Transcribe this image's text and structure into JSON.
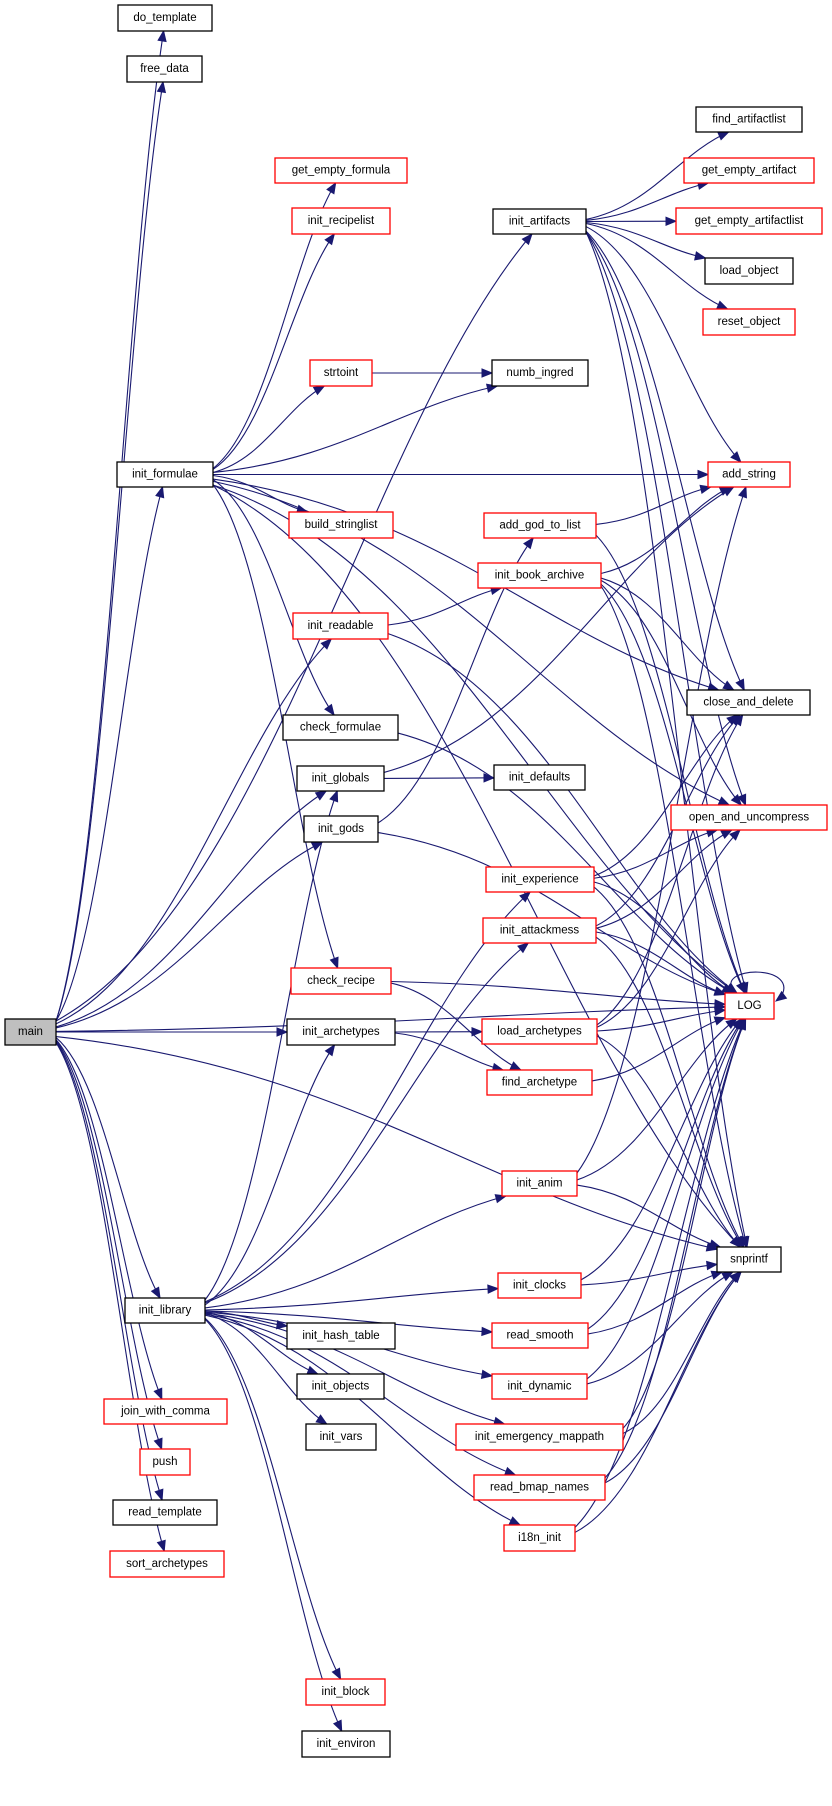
{
  "title": "Call graph for main",
  "colors": {
    "edge": "#191970",
    "node_border_default": "#000000",
    "node_border_truncated": "#ff0000",
    "root_fill": "#bfbfbf"
  },
  "root": "main",
  "nodes": [
    {
      "id": "main",
      "label": "main",
      "style": "root"
    },
    {
      "id": "do_template",
      "label": "do_template",
      "style": "black"
    },
    {
      "id": "free_data",
      "label": "free_data",
      "style": "black"
    },
    {
      "id": "get_empty_formula",
      "label": "get_empty_formula",
      "style": "red"
    },
    {
      "id": "init_recipelist",
      "label": "init_recipelist",
      "style": "red"
    },
    {
      "id": "init_artifacts",
      "label": "init_artifacts",
      "style": "black"
    },
    {
      "id": "find_artifactlist",
      "label": "find_artifactlist",
      "style": "black"
    },
    {
      "id": "get_empty_artifact",
      "label": "get_empty_artifact",
      "style": "red"
    },
    {
      "id": "get_empty_artifactlist",
      "label": "get_empty_artifactlist",
      "style": "red"
    },
    {
      "id": "load_object",
      "label": "load_object",
      "style": "black"
    },
    {
      "id": "reset_object",
      "label": "reset_object",
      "style": "red"
    },
    {
      "id": "strtoint",
      "label": "strtoint",
      "style": "red"
    },
    {
      "id": "numb_ingred",
      "label": "numb_ingred",
      "style": "black"
    },
    {
      "id": "init_formulae",
      "label": "init_formulae",
      "style": "black"
    },
    {
      "id": "add_string",
      "label": "add_string",
      "style": "red"
    },
    {
      "id": "build_stringlist",
      "label": "build_stringlist",
      "style": "red"
    },
    {
      "id": "add_god_to_list",
      "label": "add_god_to_list",
      "style": "red"
    },
    {
      "id": "init_book_archive",
      "label": "init_book_archive",
      "style": "red"
    },
    {
      "id": "init_readable",
      "label": "init_readable",
      "style": "red"
    },
    {
      "id": "close_and_delete",
      "label": "close_and_delete",
      "style": "black"
    },
    {
      "id": "check_formulae",
      "label": "check_formulae",
      "style": "black"
    },
    {
      "id": "init_globals",
      "label": "init_globals",
      "style": "black"
    },
    {
      "id": "init_defaults",
      "label": "init_defaults",
      "style": "black"
    },
    {
      "id": "init_gods",
      "label": "init_gods",
      "style": "black"
    },
    {
      "id": "open_and_uncompress",
      "label": "open_and_uncompress",
      "style": "red"
    },
    {
      "id": "init_experience",
      "label": "init_experience",
      "style": "red"
    },
    {
      "id": "init_attackmess",
      "label": "init_attackmess",
      "style": "red"
    },
    {
      "id": "check_recipe",
      "label": "check_recipe",
      "style": "red"
    },
    {
      "id": "LOG",
      "label": "LOG",
      "style": "red"
    },
    {
      "id": "init_archetypes",
      "label": "init_archetypes",
      "style": "black"
    },
    {
      "id": "load_archetypes",
      "label": "load_archetypes",
      "style": "red"
    },
    {
      "id": "find_archetype",
      "label": "find_archetype",
      "style": "red"
    },
    {
      "id": "init_anim",
      "label": "init_anim",
      "style": "red"
    },
    {
      "id": "snprintf",
      "label": "snprintf",
      "style": "black"
    },
    {
      "id": "init_clocks",
      "label": "init_clocks",
      "style": "red"
    },
    {
      "id": "init_library",
      "label": "init_library",
      "style": "black"
    },
    {
      "id": "init_hash_table",
      "label": "init_hash_table",
      "style": "black"
    },
    {
      "id": "read_smooth",
      "label": "read_smooth",
      "style": "red"
    },
    {
      "id": "init_objects",
      "label": "init_objects",
      "style": "black"
    },
    {
      "id": "init_dynamic",
      "label": "init_dynamic",
      "style": "red"
    },
    {
      "id": "join_with_comma",
      "label": "join_with_comma",
      "style": "red"
    },
    {
      "id": "init_vars",
      "label": "init_vars",
      "style": "black"
    },
    {
      "id": "init_emergency_mappath",
      "label": "init_emergency_mappath",
      "style": "red"
    },
    {
      "id": "push",
      "label": "push",
      "style": "red"
    },
    {
      "id": "read_bmap_names",
      "label": "read_bmap_names",
      "style": "red"
    },
    {
      "id": "read_template",
      "label": "read_template",
      "style": "black"
    },
    {
      "id": "i18n_init",
      "label": "i18n_init",
      "style": "red"
    },
    {
      "id": "sort_archetypes",
      "label": "sort_archetypes",
      "style": "red"
    },
    {
      "id": "init_block",
      "label": "init_block",
      "style": "red"
    },
    {
      "id": "init_environ",
      "label": "init_environ",
      "style": "black"
    }
  ],
  "edges": [
    [
      "main",
      "do_template"
    ],
    [
      "main",
      "free_data"
    ],
    [
      "main",
      "init_artifacts"
    ],
    [
      "main",
      "init_formulae"
    ],
    [
      "main",
      "init_readable"
    ],
    [
      "main",
      "init_globals"
    ],
    [
      "main",
      "init_gods"
    ],
    [
      "main",
      "init_archetypes"
    ],
    [
      "main",
      "LOG"
    ],
    [
      "main",
      "init_library"
    ],
    [
      "main",
      "join_with_comma"
    ],
    [
      "main",
      "push"
    ],
    [
      "main",
      "read_template"
    ],
    [
      "main",
      "sort_archetypes"
    ],
    [
      "main",
      "snprintf"
    ],
    [
      "init_artifacts",
      "find_artifactlist"
    ],
    [
      "init_artifacts",
      "get_empty_artifact"
    ],
    [
      "init_artifacts",
      "get_empty_artifactlist"
    ],
    [
      "init_artifacts",
      "load_object"
    ],
    [
      "init_artifacts",
      "reset_object"
    ],
    [
      "init_artifacts",
      "add_string"
    ],
    [
      "init_artifacts",
      "close_and_delete"
    ],
    [
      "init_artifacts",
      "LOG"
    ],
    [
      "init_artifacts",
      "open_and_uncompress"
    ],
    [
      "init_artifacts",
      "snprintf"
    ],
    [
      "init_formulae",
      "get_empty_formula"
    ],
    [
      "init_formulae",
      "init_recipelist"
    ],
    [
      "init_formulae",
      "strtoint"
    ],
    [
      "init_formulae",
      "numb_ingred"
    ],
    [
      "init_formulae",
      "build_stringlist"
    ],
    [
      "init_formulae",
      "check_formulae"
    ],
    [
      "init_formulae",
      "check_recipe"
    ],
    [
      "init_formulae",
      "add_string"
    ],
    [
      "init_formulae",
      "LOG"
    ],
    [
      "init_formulae",
      "close_and_delete"
    ],
    [
      "init_formulae",
      "open_and_uncompress"
    ],
    [
      "init_formulae",
      "snprintf"
    ],
    [
      "strtoint",
      "numb_ingred"
    ],
    [
      "init_readable",
      "init_book_archive"
    ],
    [
      "init_readable",
      "LOG"
    ],
    [
      "init_book_archive",
      "add_string"
    ],
    [
      "init_book_archive",
      "close_and_delete"
    ],
    [
      "init_book_archive",
      "open_and_uncompress"
    ],
    [
      "init_book_archive",
      "LOG"
    ],
    [
      "init_book_archive",
      "snprintf"
    ],
    [
      "add_god_to_list",
      "add_string"
    ],
    [
      "add_god_to_list",
      "LOG"
    ],
    [
      "check_formulae",
      "LOG"
    ],
    [
      "init_globals",
      "init_defaults"
    ],
    [
      "init_globals",
      "add_string"
    ],
    [
      "init_gods",
      "add_god_to_list"
    ],
    [
      "init_gods",
      "LOG"
    ],
    [
      "init_experience",
      "close_and_delete"
    ],
    [
      "init_experience",
      "open_and_uncompress"
    ],
    [
      "init_experience",
      "LOG"
    ],
    [
      "init_experience",
      "snprintf"
    ],
    [
      "init_attackmess",
      "close_and_delete"
    ],
    [
      "init_attackmess",
      "open_and_uncompress"
    ],
    [
      "init_attackmess",
      "LOG"
    ],
    [
      "init_attackmess",
      "snprintf"
    ],
    [
      "check_recipe",
      "LOG"
    ],
    [
      "check_recipe",
      "find_archetype"
    ],
    [
      "init_archetypes",
      "load_archetypes"
    ],
    [
      "init_archetypes",
      "find_archetype"
    ],
    [
      "load_archetypes",
      "LOG"
    ],
    [
      "load_archetypes",
      "close_and_delete"
    ],
    [
      "load_archetypes",
      "open_and_uncompress"
    ],
    [
      "load_archetypes",
      "snprintf"
    ],
    [
      "find_archetype",
      "LOG"
    ],
    [
      "LOG",
      "LOG"
    ],
    [
      "init_anim",
      "LOG"
    ],
    [
      "init_anim",
      "snprintf"
    ],
    [
      "init_anim",
      "add_string"
    ],
    [
      "init_clocks",
      "snprintf"
    ],
    [
      "init_clocks",
      "LOG"
    ],
    [
      "read_smooth",
      "snprintf"
    ],
    [
      "read_smooth",
      "LOG"
    ],
    [
      "init_dynamic",
      "snprintf"
    ],
    [
      "init_dynamic",
      "LOG"
    ],
    [
      "init_emergency_mappath",
      "snprintf"
    ],
    [
      "init_emergency_mappath",
      "LOG"
    ],
    [
      "read_bmap_names",
      "snprintf"
    ],
    [
      "read_bmap_names",
      "LOG"
    ],
    [
      "i18n_init",
      "snprintf"
    ],
    [
      "i18n_init",
      "LOG"
    ],
    [
      "init_library",
      "init_globals"
    ],
    [
      "init_library",
      "init_experience"
    ],
    [
      "init_library",
      "init_attackmess"
    ],
    [
      "init_library",
      "init_archetypes"
    ],
    [
      "init_library",
      "init_anim"
    ],
    [
      "init_library",
      "init_clocks"
    ],
    [
      "init_library",
      "init_hash_table"
    ],
    [
      "init_library",
      "read_smooth"
    ],
    [
      "init_library",
      "init_objects"
    ],
    [
      "init_library",
      "init_vars"
    ],
    [
      "init_library",
      "init_dynamic"
    ],
    [
      "init_library",
      "init_emergency_mappath"
    ],
    [
      "init_library",
      "read_bmap_names"
    ],
    [
      "init_library",
      "i18n_init"
    ],
    [
      "init_library",
      "init_block"
    ],
    [
      "init_library",
      "init_environ"
    ]
  ]
}
